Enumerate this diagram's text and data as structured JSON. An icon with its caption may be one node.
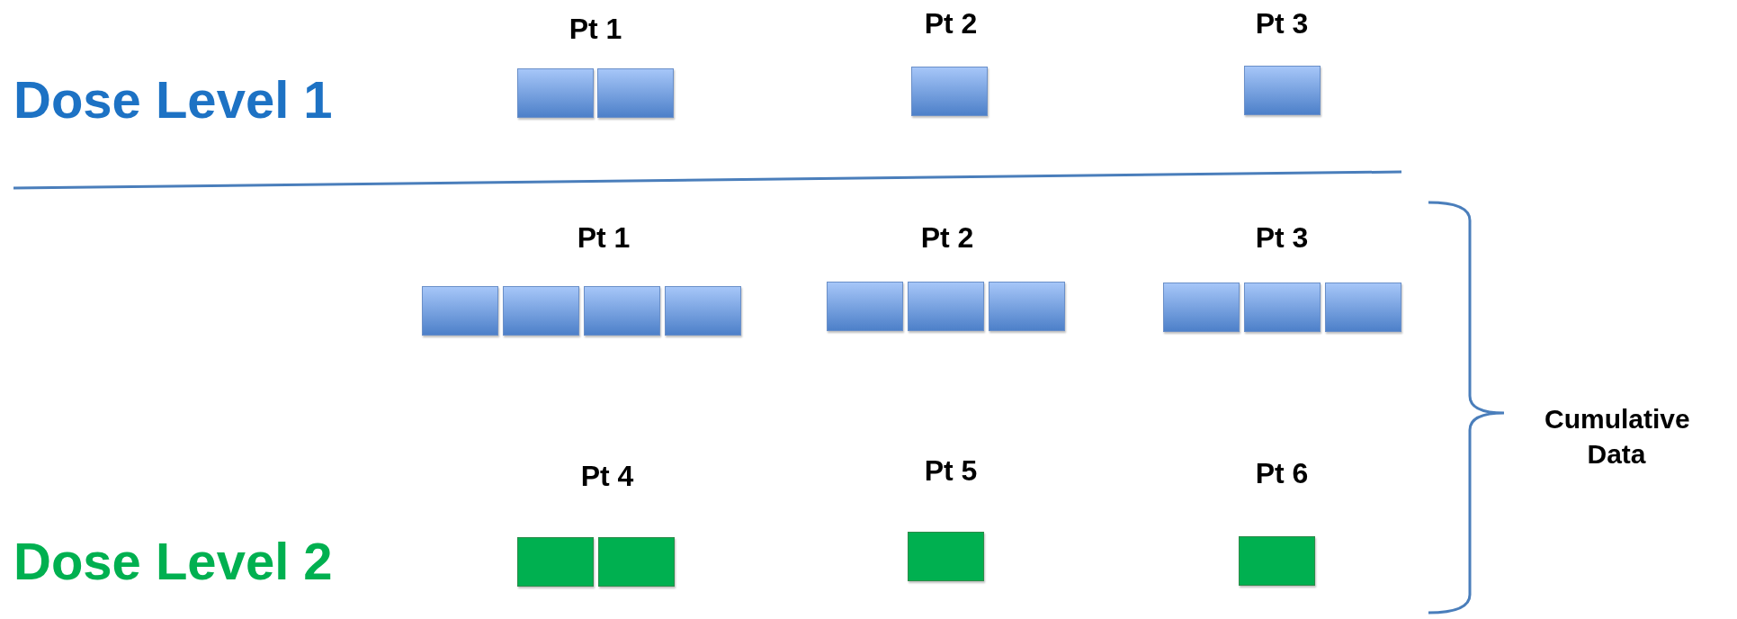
{
  "diagram": {
    "nodes": [
      {
        "text": [],
        "shape": "box"
      },
      {
        "text": [],
        "shape": "box"
      },
      {
        "text": [],
        "shape": "box"
      },
      {
        "text": [],
        "shape": "box"
      },
      {
        "text": [],
        "shape": "box"
      },
      {
        "text": [],
        "shape": "box"
      },
      {
        "text": [],
        "shape": "box"
      },
      {
        "text": [],
        "shape": "box"
      },
      {
        "text": [],
        "shape": "box"
      },
      {
        "text": [],
        "shape": "box"
      },
      {
        "text": [],
        "shape": "box"
      },
      {
        "text": [],
        "shape": "box"
      },
      {
        "text": [],
        "shape": "box"
      },
      {
        "text": [],
        "shape": "box"
      },
      {
        "text": [],
        "shape": "box"
      },
      {
        "text": [],
        "shape": "box"
      },
      {
        "text": [],
        "shape": "box"
      },
      {
        "text": [],
        "shape": "box"
      }
    ],
    "labels": [
      "Pt 1",
      "Pt 2",
      "Pt 3",
      "Dose Level 1",
      "Pt 1",
      "Pt 2",
      "Pt 3",
      "Cumulative Data",
      "Pt 4",
      "Pt 5",
      "Pt 6",
      "Dose Level 2"
    ]
  }
}
